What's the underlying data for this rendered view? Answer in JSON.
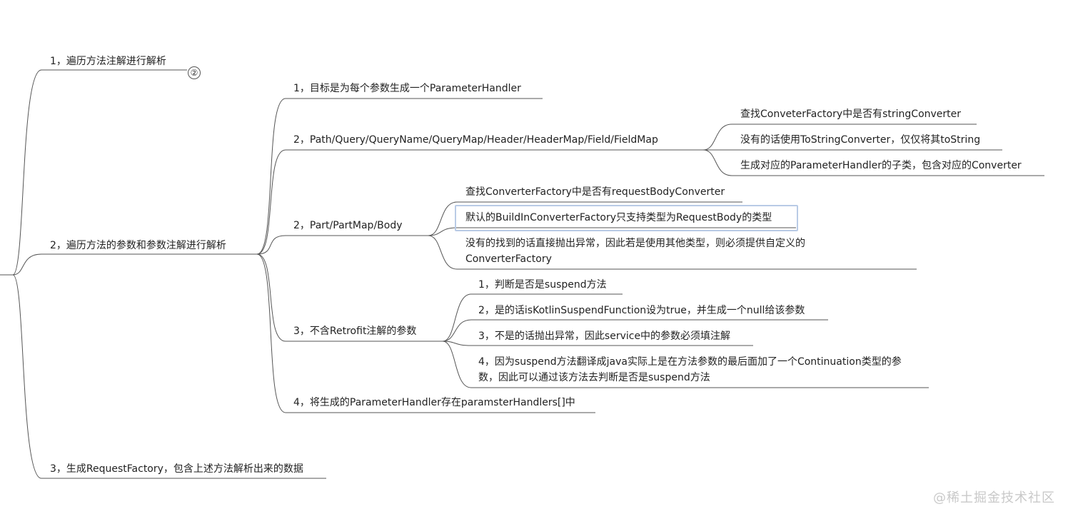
{
  "mindmap": {
    "branch1": {
      "label": "1，遍历方法注解进行解析",
      "collapsed_count": "②"
    },
    "branch2": {
      "label": "2，遍历方法的参数和参数注解进行解析",
      "children": {
        "c1": "1，目标是为每个参数生成一个ParameterHandler",
        "c2": {
          "label": "2，Path/Query/QueryName/QueryMap/Header/HeaderMap/Field/FieldMap",
          "leaves": [
            "查找ConveterFactory中是否有stringConverter",
            "没有的话使用ToStringConverter，仅仅将其toString",
            "生成对应的ParameterHandler的子类，包含对应的Converter"
          ]
        },
        "c3": {
          "label": "2，Part/PartMap/Body",
          "leaves": [
            "查找ConverterFactory中是否有requestBodyConverter",
            "默认的BuildInConverterFactory只支持类型为RequestBody的类型",
            "没有的找到的话直接抛出异常，因此若是使用其他类型，则必须提供自定义的ConverterFactory"
          ]
        },
        "c4": {
          "label": "3，不含Retrofit注解的参数",
          "leaves": [
            "1，判断是否是suspend方法",
            "2，是的话isKotlinSuspendFunction设为true，并生成一个null给该参数",
            "3，不是的话抛出异常，因此service中的参数必须填注解",
            "4，因为suspend方法翻译成java实际上是在方法参数的最后面加了一个Continuation类型的参数，因此可以通过该方法去判断是否是suspend方法"
          ]
        },
        "c5": "4，将生成的ParameterHandler存在paramsterHandlers[]中"
      }
    },
    "branch3": {
      "label": "3，生成RequestFactory，包含上述方法解析出来的数据"
    }
  },
  "watermark": "@稀土掘金技术社区",
  "colors": {
    "line": "#555555",
    "selection": "#b9cbe6",
    "watermark": "#c9c9c9"
  }
}
